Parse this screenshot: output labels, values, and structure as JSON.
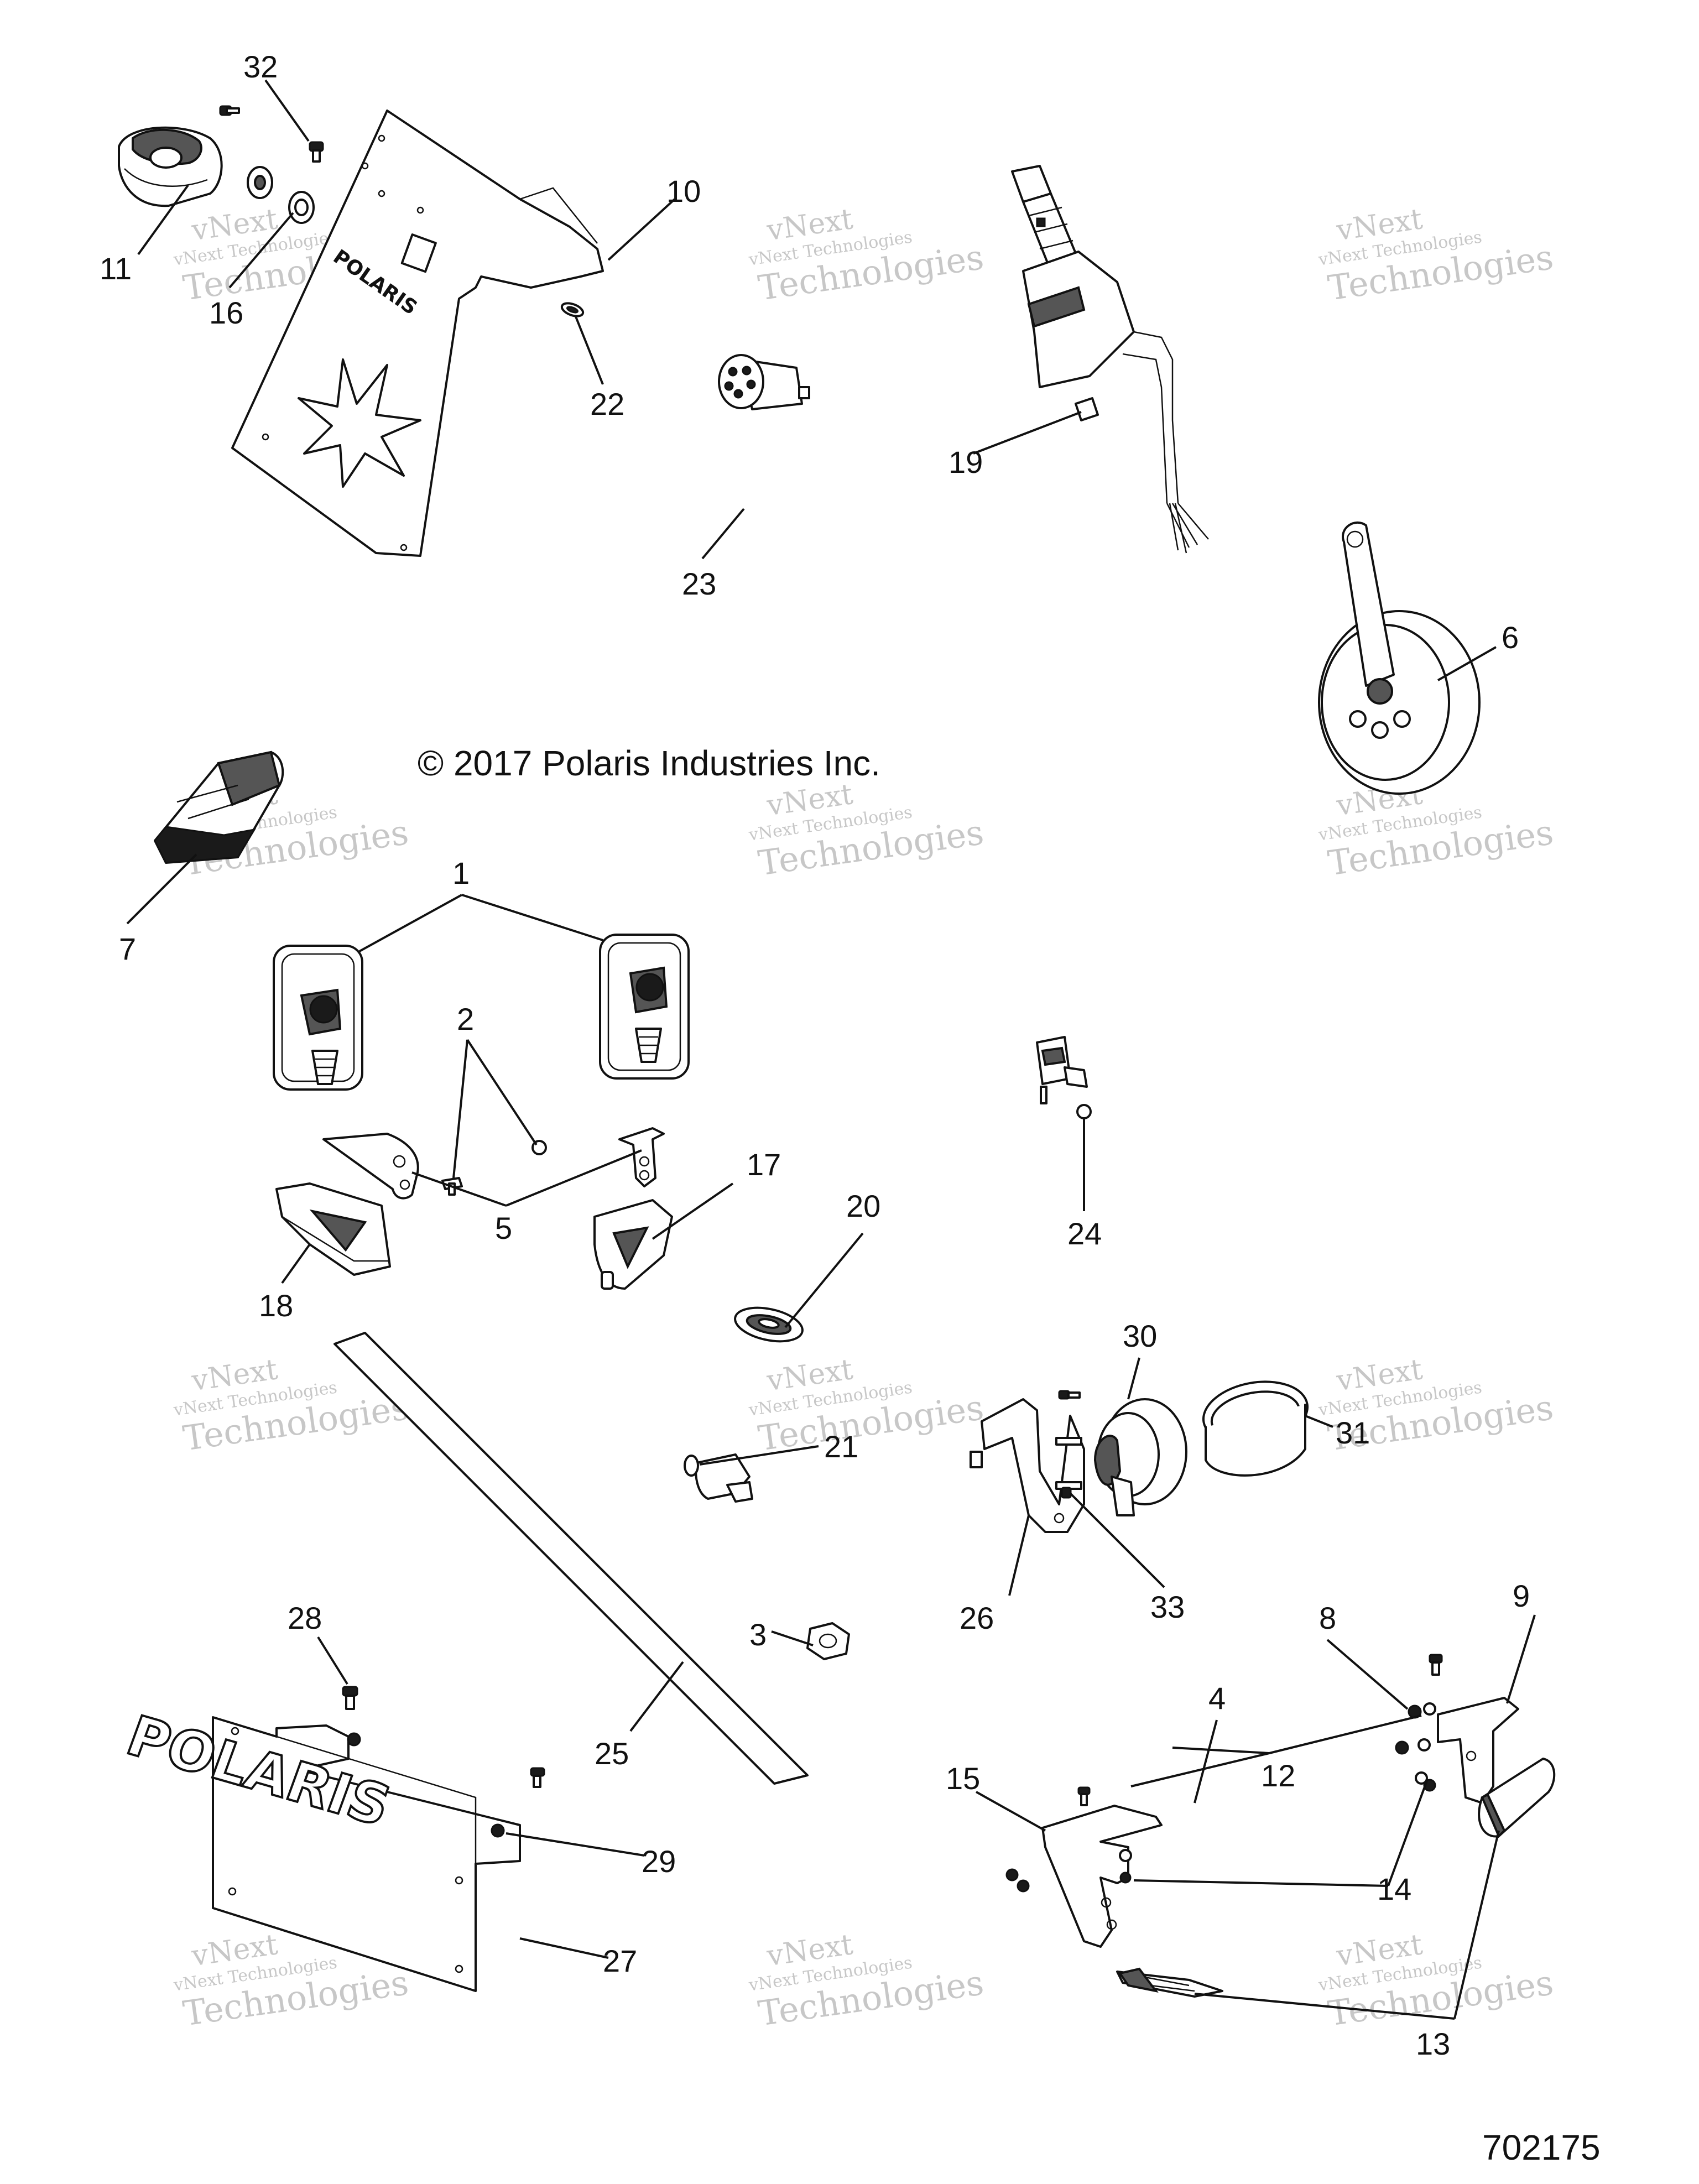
{
  "copyright": "© 2017  Polaris Industries Inc.",
  "document_number": "702175",
  "watermark": {
    "line1": "vNext Technologies",
    "line2": "Technologies",
    "line0": "vNext"
  },
  "brand_plate_text": "POLARIS",
  "callouts": {
    "c1": "1",
    "c2": "2",
    "c3": "3",
    "c4": "4",
    "c5": "5",
    "c6": "6",
    "c7": "7",
    "c8": "8",
    "c9": "9",
    "c10": "10",
    "c11": "11",
    "c12": "12",
    "c13": "13",
    "c14": "14",
    "c15": "15",
    "c16": "16",
    "c17": "17",
    "c18": "18",
    "c19": "19",
    "c20": "20",
    "c21": "21",
    "c22": "22",
    "c23": "23",
    "c24": "24",
    "c25": "25",
    "c26": "26",
    "c27": "27",
    "c28": "28",
    "c29": "29",
    "c30": "30",
    "c31": "31",
    "c32": "32",
    "c33": "33"
  }
}
